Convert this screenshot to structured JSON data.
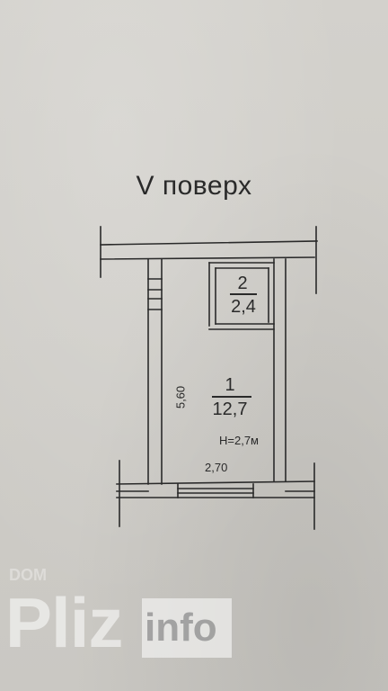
{
  "floor_title": "V поверх",
  "rooms": [
    {
      "number": "2",
      "area": "2,4"
    },
    {
      "number": "1",
      "area": "12,7"
    }
  ],
  "dimensions": {
    "height_dim": "5,60",
    "width_dim": "2,70",
    "ceiling_height": "H=2,7м"
  },
  "watermark": {
    "small": "DOM",
    "brand": "Pliz",
    "suffix": "info"
  },
  "colors": {
    "ink": "#2a2a2a",
    "paper": "#cfcdc8"
  }
}
